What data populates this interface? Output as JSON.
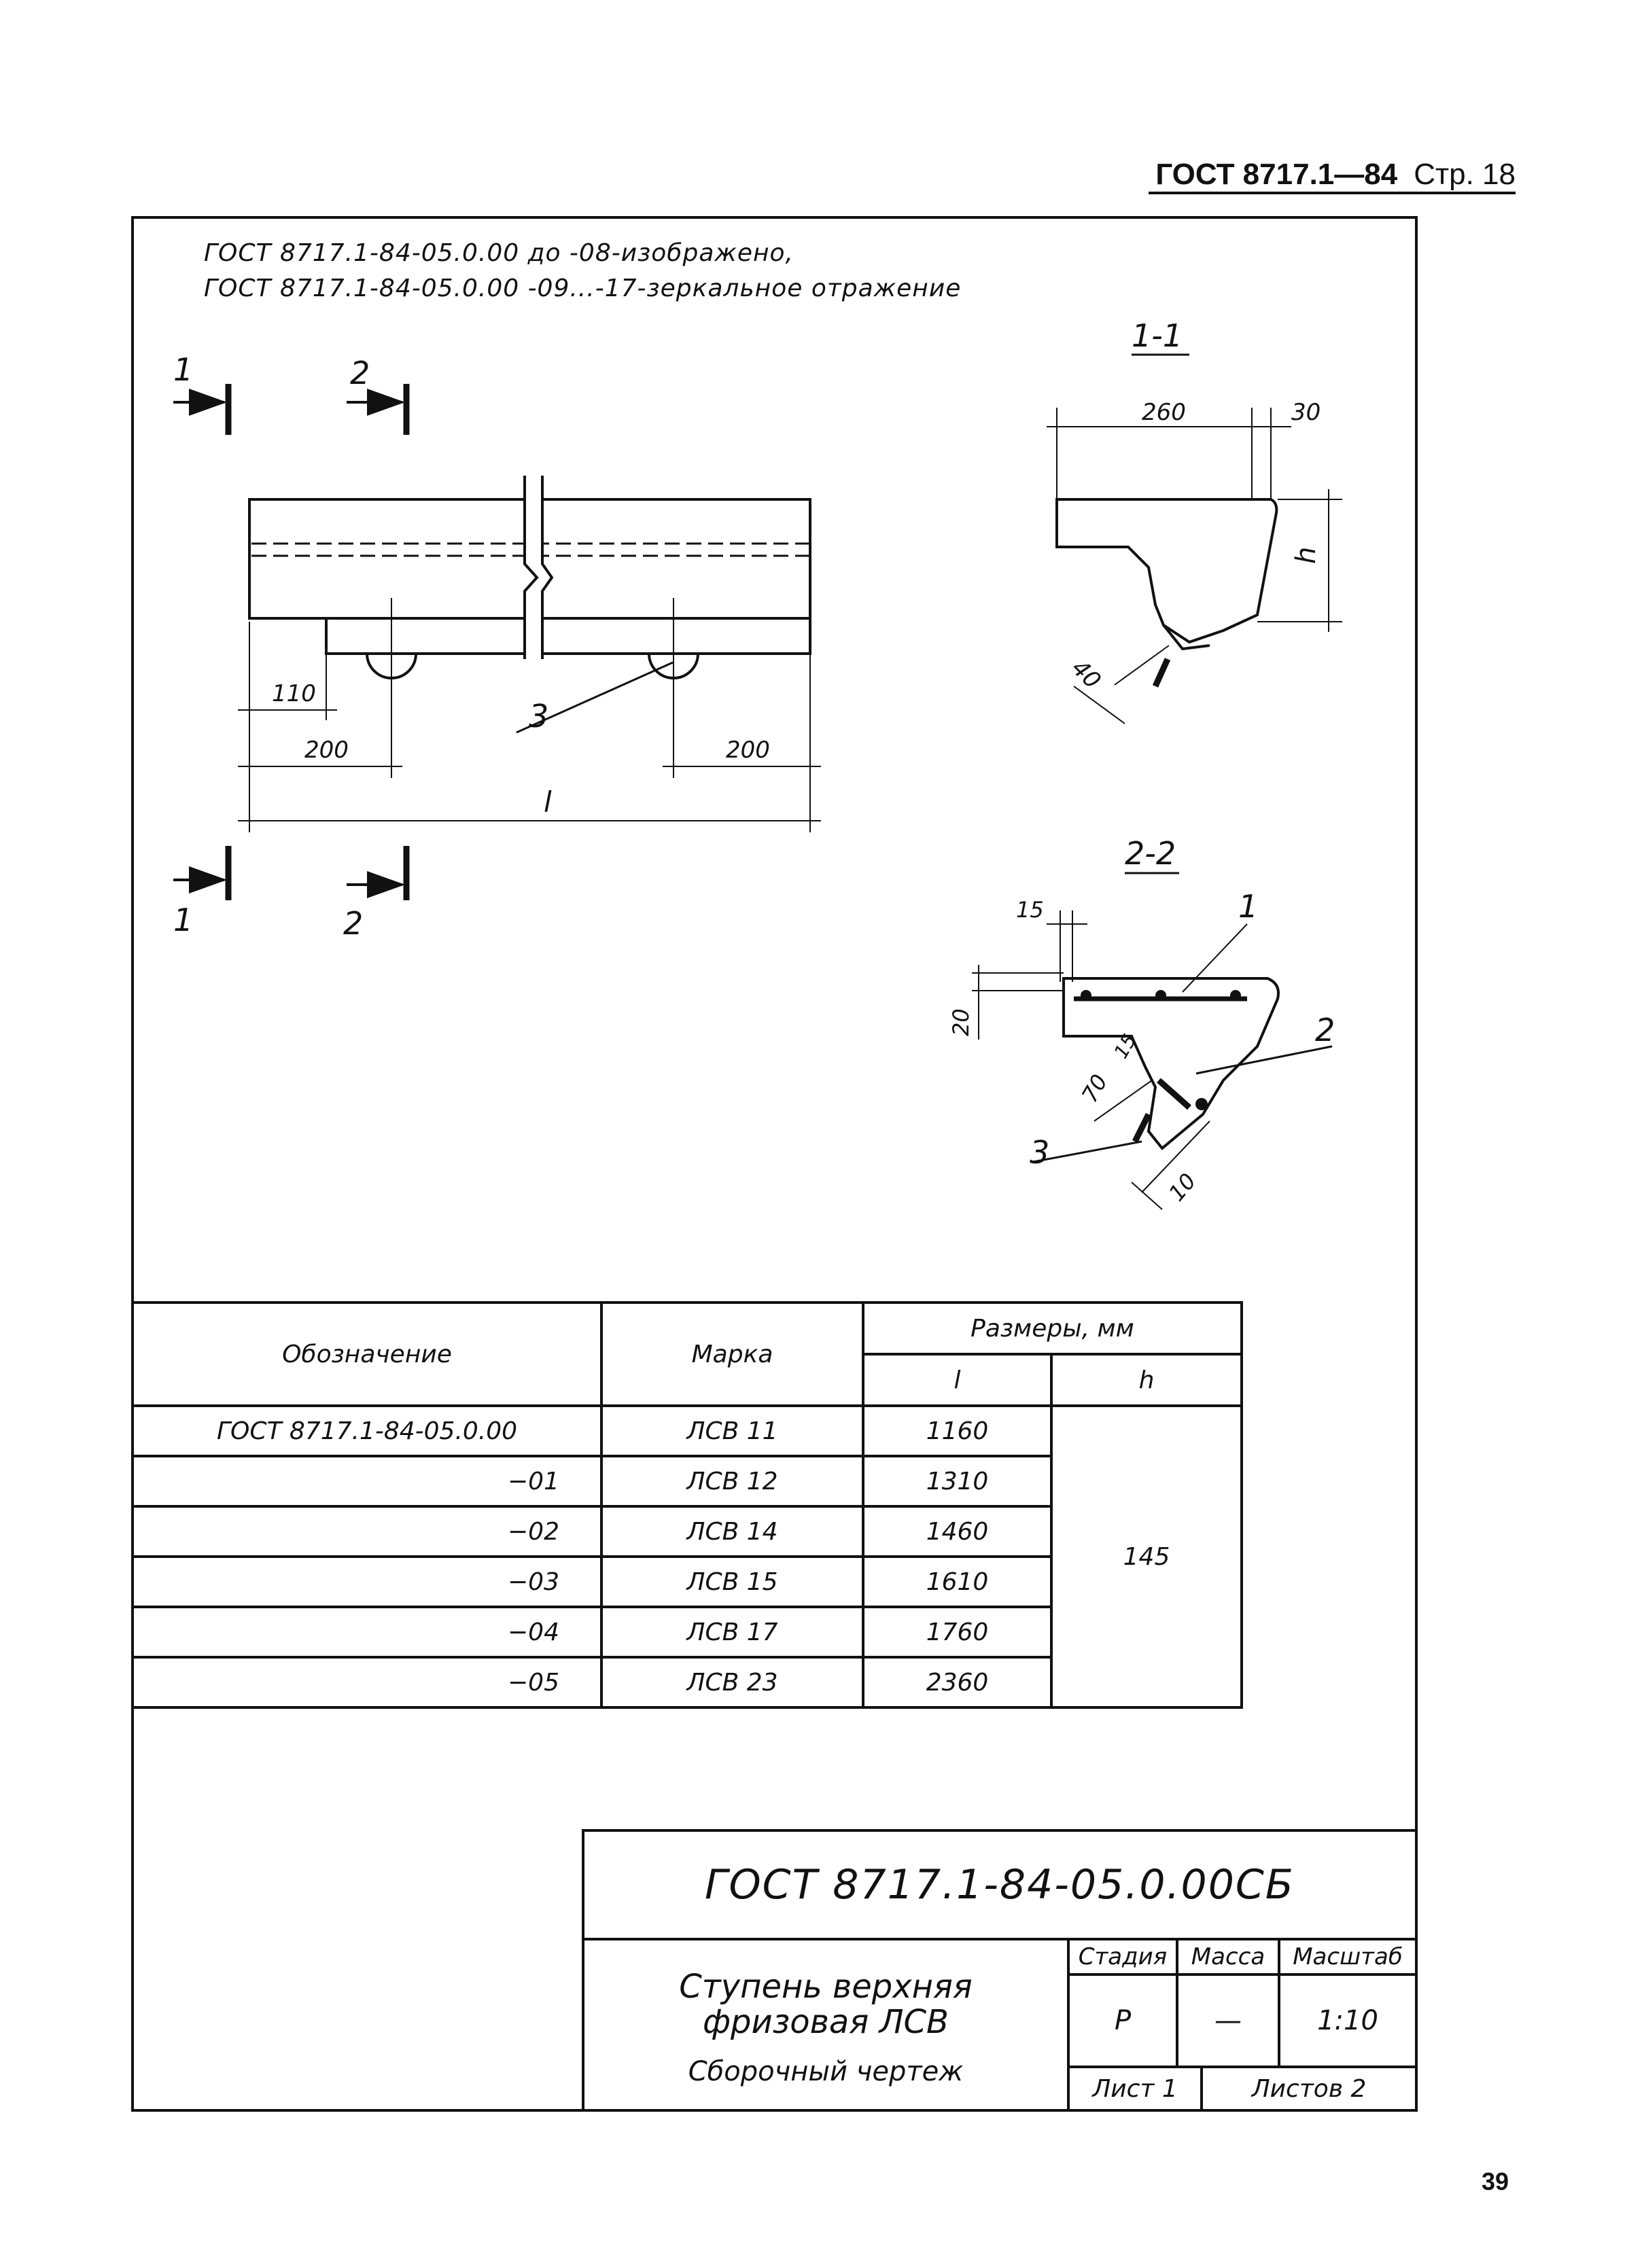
{
  "header": {
    "standard": "ГОСТ 8717.1—84",
    "page_label": "Стр. 18"
  },
  "notes": [
    "ГОСТ 8717.1-84-05.0.00 до -08-изображено,",
    "ГОСТ 8717.1-84-05.0.00 -09...-17-зеркальное отражение"
  ],
  "drawing": {
    "section_marks": [
      "1",
      "2"
    ],
    "dims_main": {
      "d110": "110",
      "d200_left": "200",
      "d200_right": "200",
      "length": "l",
      "callout": "3"
    },
    "section_1_1": {
      "title": "1-1",
      "d260": "260",
      "d30": "30",
      "height": "h",
      "d40": "40"
    },
    "section_2_2": {
      "title": "2-2",
      "d15_top": "15",
      "d20": "20",
      "d15_mid": "15",
      "d70": "70",
      "d10": "10",
      "callouts": [
        "1",
        "2",
        "3"
      ]
    }
  },
  "table": {
    "headers": {
      "designation": "Обозначение",
      "mark": "Марка",
      "sizes": "Размеры, мм",
      "l": "l",
      "h": "h"
    },
    "rows": [
      {
        "designation": "ГОСТ 8717.1-84-05.0.00",
        "mark": "ЛСВ 11",
        "l": "1160"
      },
      {
        "designation": "−01",
        "mark": "ЛСВ 12",
        "l": "1310"
      },
      {
        "designation": "−02",
        "mark": "ЛСВ 14",
        "l": "1460"
      },
      {
        "designation": "−03",
        "mark": "ЛСВ 15",
        "l": "1610"
      },
      {
        "designation": "−04",
        "mark": "ЛСВ 17",
        "l": "1760"
      },
      {
        "designation": "−05",
        "mark": "ЛСВ 23",
        "l": "2360"
      }
    ],
    "h_value": "145"
  },
  "title_block": {
    "code": "ГОСТ 8717.1-84-05.0.00СБ",
    "name_line1": "Ступень верхняя",
    "name_line2": "фризовая ЛСВ",
    "doc_type": "Сборочный чертеж",
    "stage_label": "Стадия",
    "mass_label": "Масса",
    "scale_label": "Масштаб",
    "stage_value": "Р",
    "mass_value": "—",
    "scale_value": "1:10",
    "sheet_label": "Лист 1",
    "sheets_label": "Листов 2"
  },
  "page_number": "39"
}
